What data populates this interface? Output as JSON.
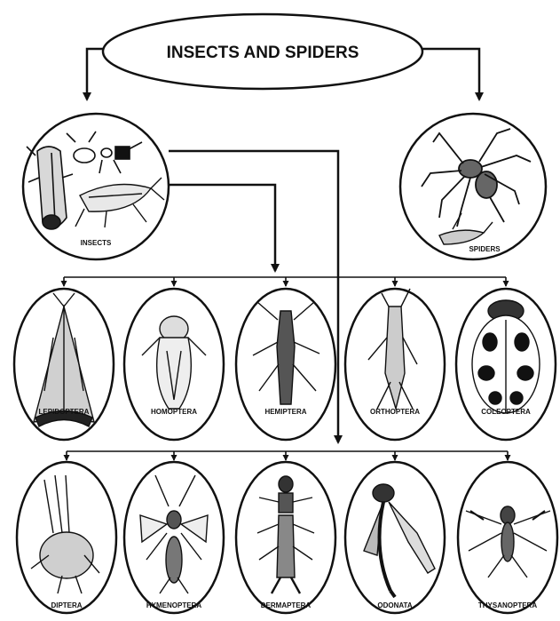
{
  "title": "INSECTS AND SPIDERS",
  "groups": {
    "insects": "INSECTS",
    "spiders": "SPIDERS"
  },
  "orders_row1": [
    "LEPIDOPTERA",
    "HOMOPTERA",
    "HEMIPTERA",
    "ORTHOPTERA",
    "COLEOPTERA"
  ],
  "orders_row2": [
    "DIPTERA",
    "HYMENOPTERA",
    "DERMAPTERA",
    "ODONATA",
    "THYSANOPTERA"
  ],
  "colors": {
    "ink": "#111111",
    "background": "#ffffff"
  }
}
